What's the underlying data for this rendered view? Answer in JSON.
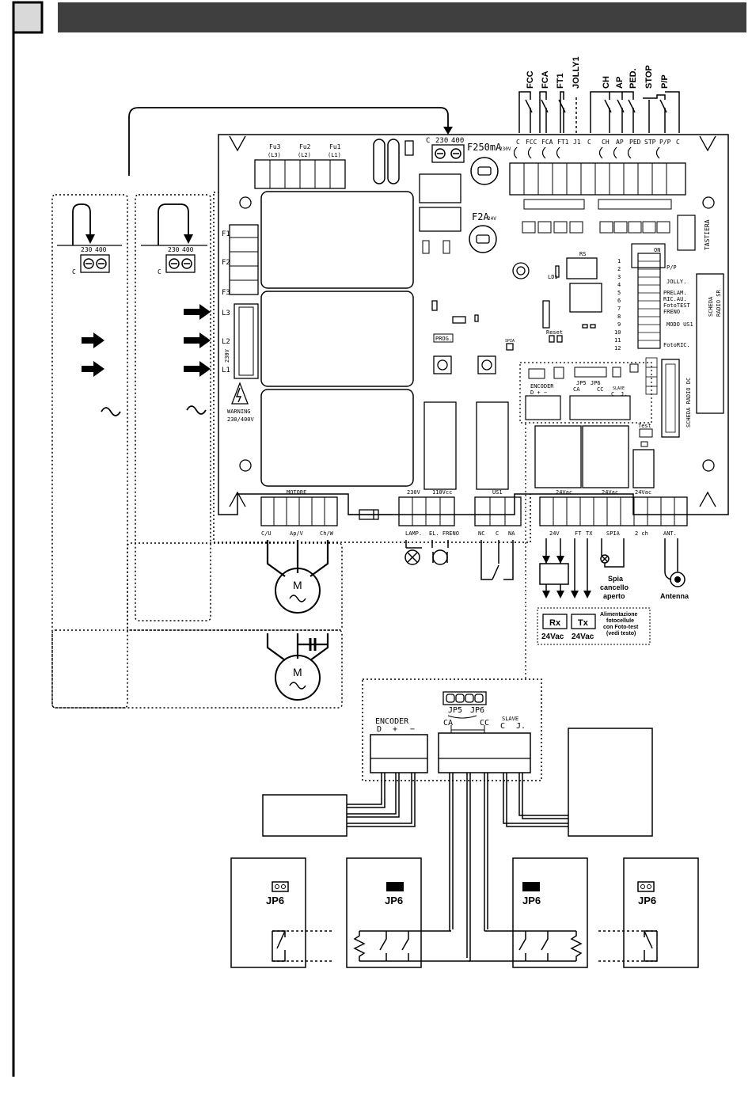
{
  "header": {
    "accent": "#3f3f3f",
    "box_fill": "#d9d9d9"
  },
  "top_terminal_labels": [
    "FCC",
    "FCA",
    "FT1",
    "JOLLY1",
    "CH",
    "AP",
    "PED.",
    "STOP",
    "P/P"
  ],
  "board": {
    "voltage_selector": {
      "common": "C",
      "v230": "230",
      "v400": "400"
    },
    "fuses": {
      "f250": "F250mA",
      "f250_sub": "230V",
      "f2a": "F2A",
      "f2a_sub": "24V"
    },
    "fuse_holders": [
      "Fu3",
      "Fu2",
      "Fu1"
    ],
    "fuse_phases": [
      "(L3)",
      "(L2)",
      "(L1)"
    ],
    "relay_labels": [
      "F1",
      "F2",
      "F3"
    ],
    "input_terminals": [
      "C",
      "FCC",
      "FCA",
      "FT1",
      "J1",
      "C",
      "CH",
      "AP",
      "PED",
      "STP",
      "P/P",
      "C"
    ],
    "phase_labels": [
      "L3",
      "L2",
      "L1"
    ],
    "phase_voltage": "230V",
    "warning": [
      "WARNING",
      "230/400V"
    ],
    "small_labels": {
      "rs": "RS",
      "ld1": "LD1",
      "reset": "Reset",
      "prog": "PROG.",
      "spia": "SPIA",
      "test": "Test",
      "tastiera": "TASTIERA",
      "scheda_radio_sr": [
        "SCHEDA",
        "RADIO SR"
      ],
      "scheda_radio_dc": "SCHEDA RADIO DC",
      "on": "ON"
    },
    "dip_numbers": [
      "1",
      "2",
      "3",
      "4",
      "5",
      "6",
      "7",
      "8",
      "9",
      "10",
      "11",
      "12"
    ],
    "dip_labels": [
      "P/P",
      "JOLLY.",
      "PRELAM.",
      "RIC.AU.",
      "FotoTEST",
      "FRENO",
      "MODO US1",
      "FotoRIC."
    ],
    "encoder": {
      "title": "ENCODER",
      "pins": "D + −"
    },
    "jumpers": {
      "jp5": "JP5",
      "jp6": "JP6",
      "ca": "CA",
      "cc": "CC",
      "slave": "SLAVE",
      "c": "C",
      "j": "J."
    },
    "motor_block": {
      "title": "MOTORE",
      "pins": [
        "C/U",
        "Ap/V",
        "Ch/W"
      ]
    },
    "lamp_block": {
      "v230": "230V",
      "v110": "110Vcc",
      "lamp": "LAMP.",
      "brake": "EL. FRENO"
    },
    "us1_block": {
      "title": "US1",
      "pins": [
        "NC",
        "C",
        "NA"
      ]
    },
    "power_labels": [
      "24Vac",
      "24Vac",
      "24Vac"
    ],
    "bottom_terminals": [
      "24V",
      "FT",
      "TX",
      "SPIA",
      "2 ch",
      "ANT."
    ]
  },
  "left_selector_a": {
    "c": "C",
    "v230": "230",
    "v400": "400"
  },
  "left_selector_b": {
    "c": "C",
    "v230": "230",
    "v400": "400"
  },
  "motor_symbol": "M",
  "accessories": {
    "spia_text": [
      "Spia",
      "cancello",
      "aperto"
    ],
    "antenna": "Antenna",
    "rx": "Rx",
    "tx": "Tx",
    "rx_v": "24Vac",
    "tx_v": "24Vac",
    "photo_note": [
      "Alimentazione",
      "fotocellule",
      "con Foto-test",
      "(vedi testo)"
    ]
  },
  "detail": {
    "encoder_title": "ENCODER",
    "encoder_pins": [
      "D",
      "+",
      "−"
    ],
    "jp5": "JP5",
    "jp6": "JP6",
    "ca": "CA",
    "cc": "CC",
    "slave": "SLAVE",
    "c": "C",
    "j": "J."
  },
  "jp6_labels": [
    "JP6",
    "JP6",
    "JP6",
    "JP6"
  ]
}
